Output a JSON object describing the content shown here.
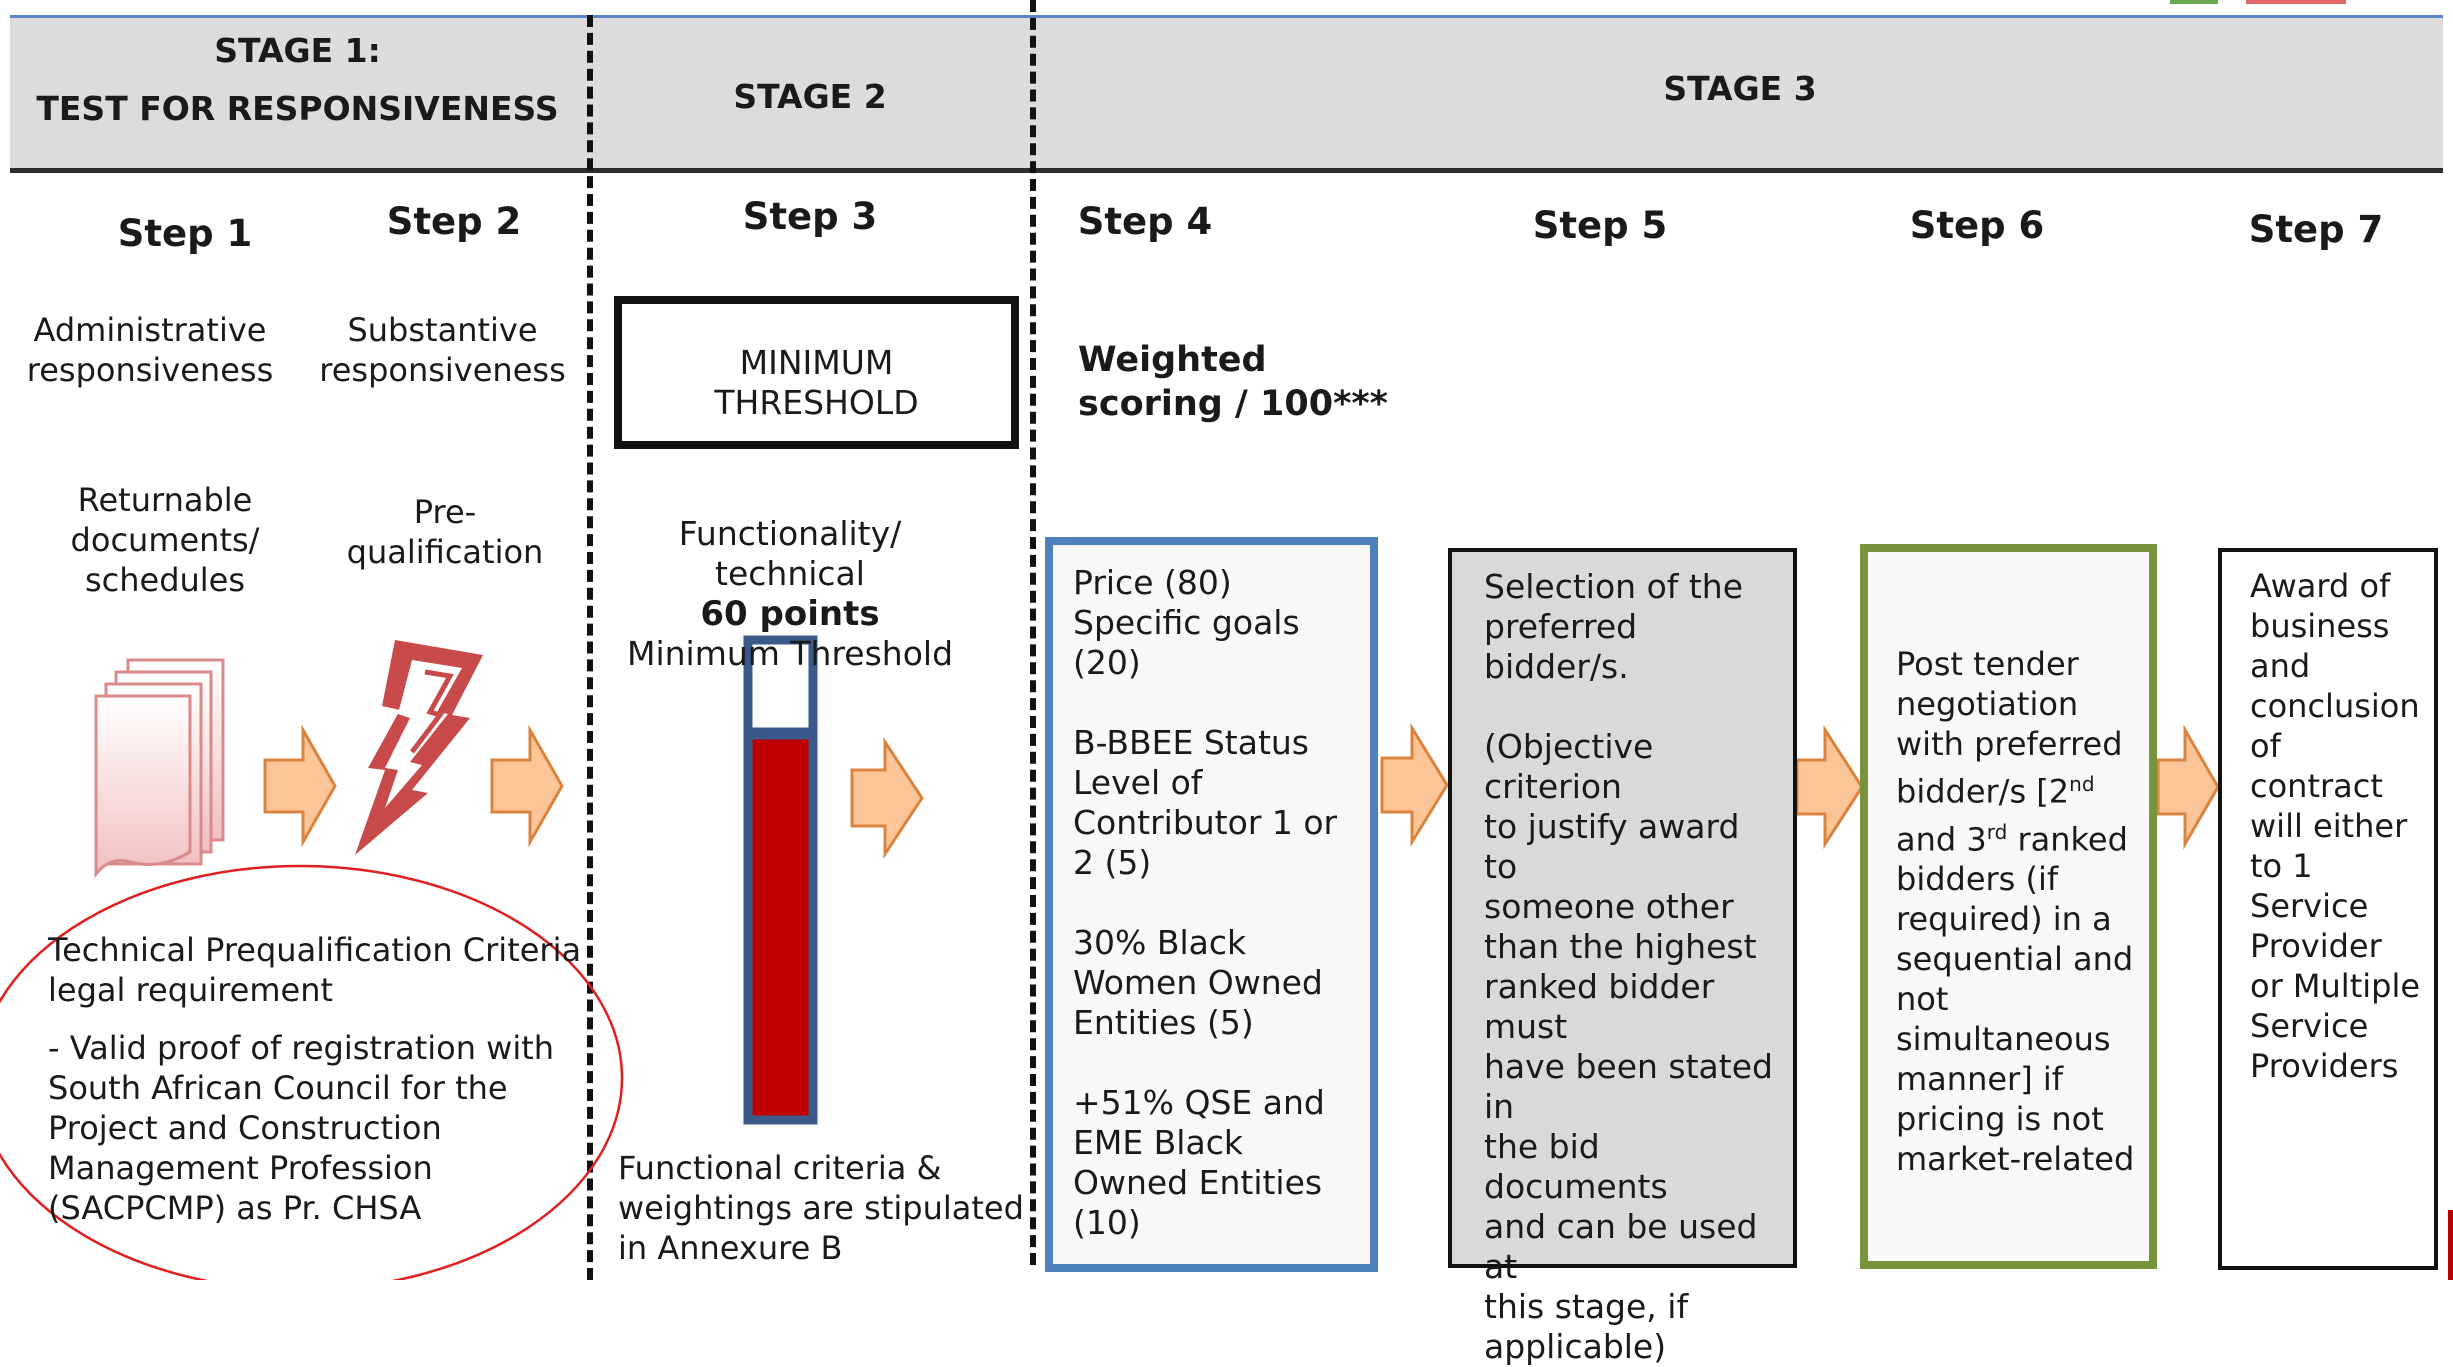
{
  "stages": {
    "stage1_line1": "STAGE 1:",
    "stage1_line2": "TEST FOR RESPONSIVENESS",
    "stage2": "STAGE 2",
    "stage3": "STAGE 3"
  },
  "steps": [
    "Step 1",
    "Step 2",
    "Step 3",
    "Step 4",
    "Step 5",
    "Step 6",
    "Step 7"
  ],
  "step1": {
    "desc_line1": "Administrative",
    "desc_line2": "responsiveness",
    "docs_line1": "Returnable",
    "docs_line2": "documents/",
    "docs_line3": "schedules"
  },
  "step2": {
    "desc_line1": "Substantive",
    "desc_line2": "responsiveness",
    "prequal_line1": "Pre-",
    "prequal_line2": "qualification"
  },
  "step3": {
    "threshold_line1": "MINIMUM",
    "threshold_line2": "THRESHOLD",
    "func_line1": "Functionality/ technical",
    "func_points": "60 points",
    "func_line3": "Minimum Threshold",
    "bottom_line1": "Functional criteria &",
    "bottom_line2": "weightings are stipulated",
    "bottom_line3": "in Annexure B"
  },
  "step4": {
    "heading_line1": "Weighted",
    "heading_line2": "scoring / 100***",
    "lines": [
      "Price (80)",
      "Specific goals",
      "(20)",
      "",
      "B-BBEE Status",
      "Level of",
      "Contributor 1 or",
      "2 (5)",
      "",
      "30% Black",
      "Women Owned",
      "Entities (5)",
      "",
      "+51% QSE and",
      "EME Black",
      "Owned Entities",
      "(10)"
    ]
  },
  "step5": {
    "lines": [
      "Selection of the",
      "preferred bidder/s.",
      "",
      "(Objective criterion",
      "to justify award to",
      "someone other",
      "than the highest",
      "ranked bidder must",
      "have been stated in",
      "the bid documents",
      "and can be used at",
      "this stage, if",
      "applicable)"
    ]
  },
  "step6": {
    "l1": "Post tender",
    "l2": "negotiation",
    "l3": "with preferred",
    "l4a": "bidder/s [2",
    "l4sup": "nd",
    "l5a": "and 3",
    "l5sup": "rd",
    "l5b": " ranked",
    "l6": "bidders (if",
    "l7": "required) in a",
    "l8": "sequential and",
    "l9": "not",
    "l10": "simultaneous",
    "l11": "manner] if",
    "l12": "pricing is not",
    "l13": "market-related"
  },
  "step7": {
    "lines": [
      "Award of",
      "business",
      "and",
      "conclusion",
      "of",
      "contract",
      "will either",
      "to 1",
      "Service",
      "Provider",
      "or Multiple",
      "Service",
      "Providers"
    ]
  },
  "ellipse_note": {
    "l1": "Technical Prequalification Criteria",
    "l2": "legal requirement",
    "l3": "- Valid proof of registration with",
    "l4": "South African Council for the",
    "l5": "Project and Construction",
    "l6": "Management Profession",
    "l7": "(SACPCMP) as Pr. CHSA"
  },
  "colors": {
    "header_band": "#dcdcdc",
    "arrow_fill": "#fbc598",
    "arrow_stroke": "#d9833f",
    "thermo_red": "#c00000",
    "thermo_border": "#3a5a8c",
    "price_box_border": "#4f81bd",
    "step5_fill": "#d9d9d9",
    "step6_border": "#77933c",
    "ellipse": "#e02020"
  }
}
